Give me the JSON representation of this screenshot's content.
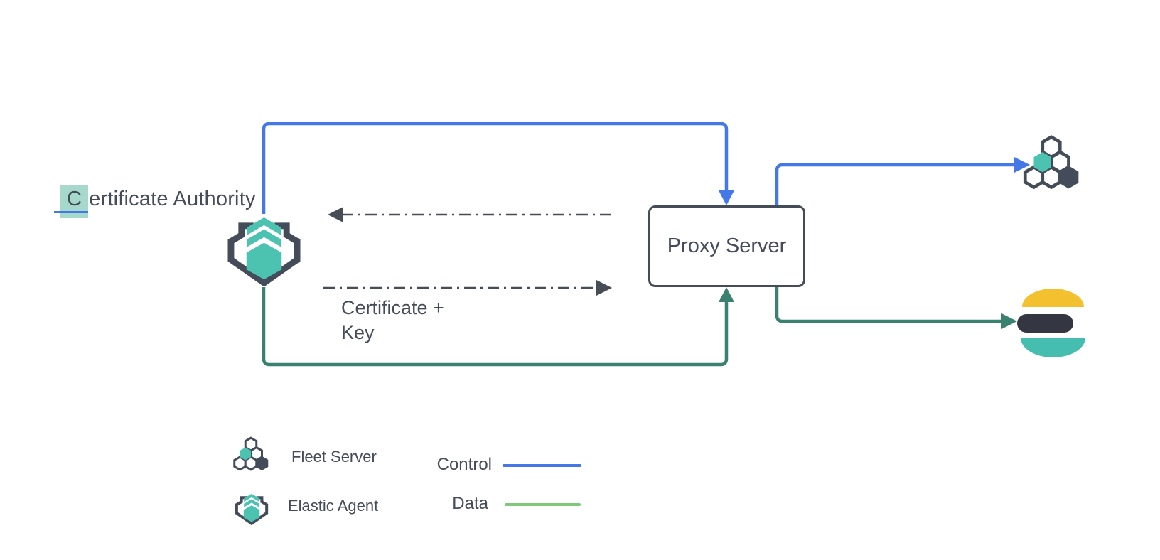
{
  "colors": {
    "control_blue": "#4478e8",
    "data_green": "#3a8170",
    "legend_data_green": "#7fc87b",
    "teal": "#4cc2b1",
    "dark_slate": "#454c59",
    "es_yellow": "#f3c12f",
    "es_ink": "#343741",
    "es_teal": "#45beb0",
    "ca_highlight": "#a7d8cc",
    "dashed_gray": "#474d57"
  },
  "icons": {
    "elastic_agent": "elastic-agent-hexagon-icon",
    "fleet_server": "fleet-server-honeycomb-icon",
    "elasticsearch": "elasticsearch-logo-icon"
  },
  "diagram": {
    "certificate_authority": {
      "highlighted_letter": "C",
      "label_rest": "ertificate Authority"
    },
    "proxy_server_label": "Proxy Server",
    "certificate_key_line1": "Certificate +",
    "certificate_key_line2": "Key"
  },
  "legend": {
    "fleet_server_label": "Fleet Server",
    "elastic_agent_label": "Elastic Agent",
    "control_label": "Control",
    "data_label": "Data"
  }
}
